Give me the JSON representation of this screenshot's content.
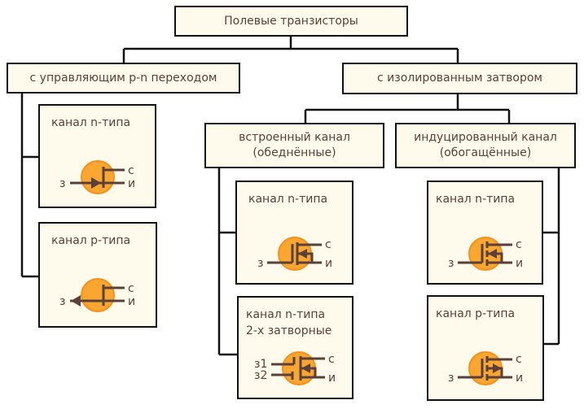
{
  "root": "Полевые транзисторы",
  "junction": {
    "title": "с управляющим p-n переходом",
    "n_channel": "канал n-типа",
    "p_channel": "канал p-типа"
  },
  "insulated": {
    "title": "с изолированным затвором",
    "builtin": {
      "title_line1": "встроенный канал",
      "title_line2": "(обеднённые)",
      "n_channel": "канал n-типа",
      "dual_line1": "канал n-типа",
      "dual_line2": "2-х затворные"
    },
    "induced": {
      "title_line1": "индуцированный канал",
      "title_line2": "(обогащённые)",
      "n_channel": "канал n-типа",
      "p_channel": "канал p-типа"
    }
  },
  "pins": {
    "gate": "з",
    "drain": "с",
    "source": "и",
    "gate1": "з1",
    "gate2": "з2"
  },
  "colors": {
    "box_fill": "#fffbec",
    "symbol_fill": "#f9a730",
    "symbol_stroke": "#5a4038",
    "text": "#5a4038"
  }
}
